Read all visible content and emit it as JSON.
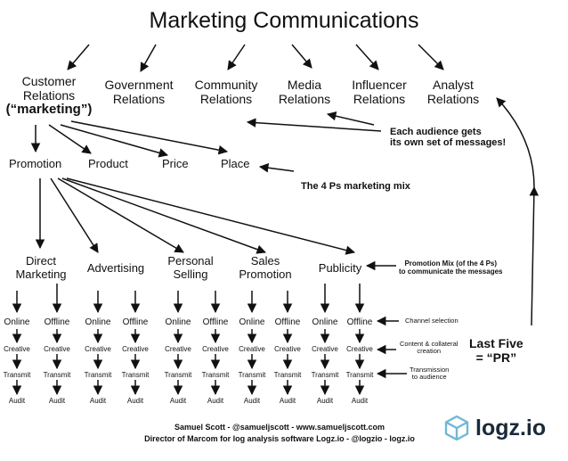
{
  "title": "Marketing Communications",
  "audiences": [
    {
      "line1": "Customer",
      "line2": "Relations",
      "line3": "(“marketing”)"
    },
    {
      "line1": "Government",
      "line2": "Relations"
    },
    {
      "line1": "Community",
      "line2": "Relations"
    },
    {
      "line1": "Media",
      "line2": "Relations"
    },
    {
      "line1": "Influencer",
      "line2": "Relations"
    },
    {
      "line1": "Analyst",
      "line2": "Relations"
    }
  ],
  "four_ps": [
    "Promotion",
    "Product",
    "Price",
    "Place"
  ],
  "promotion_mix": [
    {
      "line1": "Direct",
      "line2": "Marketing"
    },
    {
      "line1": "Advertising"
    },
    {
      "line1": "Personal",
      "line2": "Selling"
    },
    {
      "line1": "Sales",
      "line2": "Promotion"
    },
    {
      "line1": "Publicity"
    }
  ],
  "channels": [
    "Online",
    "Offline"
  ],
  "steps": [
    "Creative",
    "Transmit",
    "Audit"
  ],
  "notes": {
    "audience_line1": "Each audience gets",
    "audience_line2": "its own set of messages!",
    "four_ps": "The 4 Ps marketing mix",
    "promo_line1": "Promotion Mix (of the 4 Ps)",
    "promo_line2": "to communicate the messages",
    "channel": "Channel selection",
    "content_line1": "Content & collateral",
    "content_line2": "creation",
    "transmission_line1": "Transmission",
    "transmission_line2": "to audience",
    "last_line1": "Last Five",
    "last_line2": "= “PR”"
  },
  "footer": {
    "line1": "Samuel Scott - @samueljscott - www.samueljscott.com",
    "line2": "Director of Marcom for log analysis software Logz.io - @logzio - logz.io"
  },
  "logo": {
    "text": "logz.io",
    "color": "#6fb8d6"
  }
}
